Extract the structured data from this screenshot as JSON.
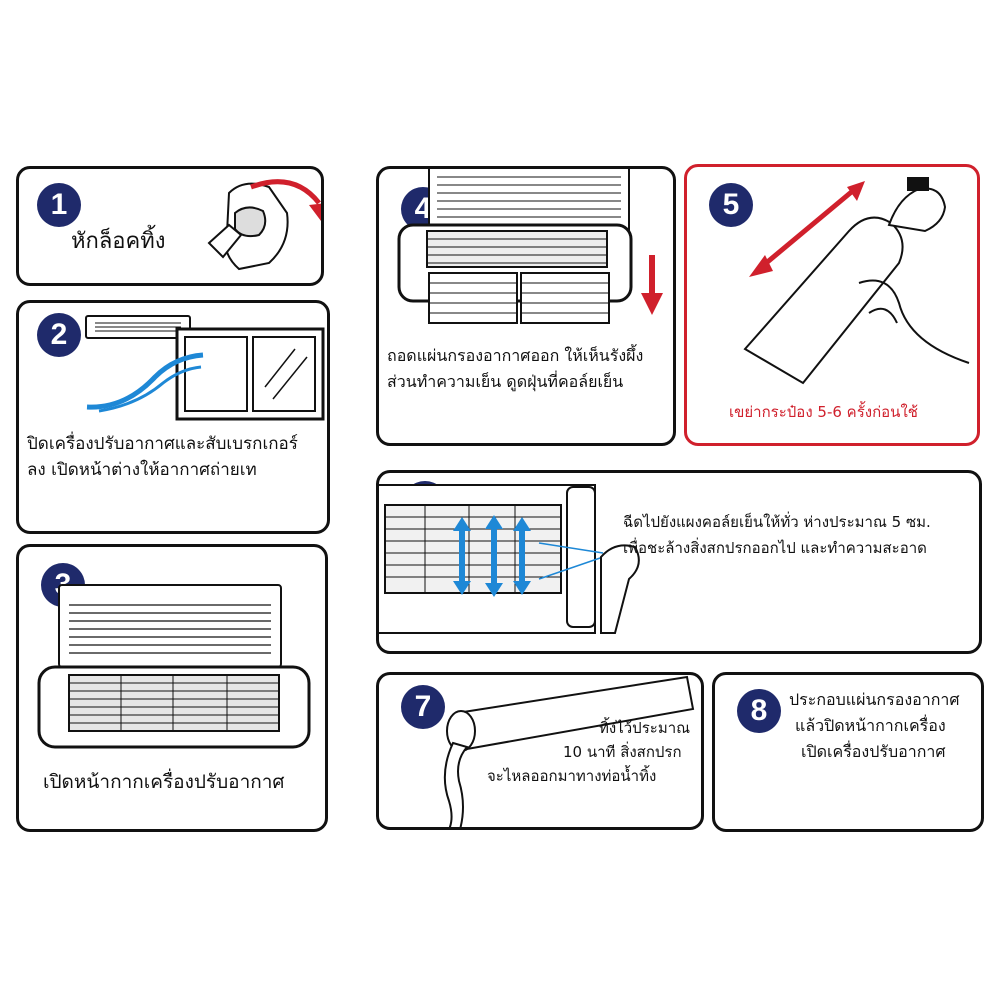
{
  "steps": [
    {
      "number": "1",
      "text": "หักล็อคทิ้ง"
    },
    {
      "number": "2",
      "line1": "ปิดเครื่องปรับอากาศและสับเบรกเกอร์",
      "line2": "ลง  เปิดหน้าต่างให้อากาศถ่ายเท"
    },
    {
      "number": "3",
      "text": "เปิดหน้ากากเครื่องปรับอากาศ"
    },
    {
      "number": "4",
      "line1": "ถอดแผ่นกรองอากาศออก  ให้เห็นรังผึ้ง",
      "line2": "ส่วนทำความเย็น  ดูดฝุ่นที่คอล์ยเย็น"
    },
    {
      "number": "5",
      "text": "เขย่ากระป๋อง 5-6 ครั้งก่อนใช้"
    },
    {
      "number": "6",
      "line1": "ฉีดไปยังแผงคอล์ยเย็นให้ทั่ว  ห่างประมาณ 5 ซม.",
      "line2": "เพื่อชะล้างสิ่งสกปรกออกไป  และทำความสะอาด"
    },
    {
      "number": "7",
      "line1": "ทิ้งไว้ประมาณ",
      "line2": "10 นาที  สิ่งสกปรก",
      "line3": "จะไหลออกมาทางท่อน้ำทิ้ง"
    },
    {
      "number": "8",
      "line1": "ประกอบแผ่นกรองอากาศ",
      "line2": "แล้วปิดหน้ากากเครื่อง",
      "line3": "เปิดเครื่องปรับอากาศ"
    }
  ],
  "colors": {
    "badge": "#1f2a6b",
    "red": "#d0202c",
    "blue": "#1e88d6",
    "frame": "#111111"
  },
  "icons": [
    "lock-break-icon",
    "window-icon",
    "air-conditioner-icon",
    "filter-removal-icon",
    "spray-can-icon",
    "coil-spray-icon",
    "drain-pipe-icon"
  ]
}
